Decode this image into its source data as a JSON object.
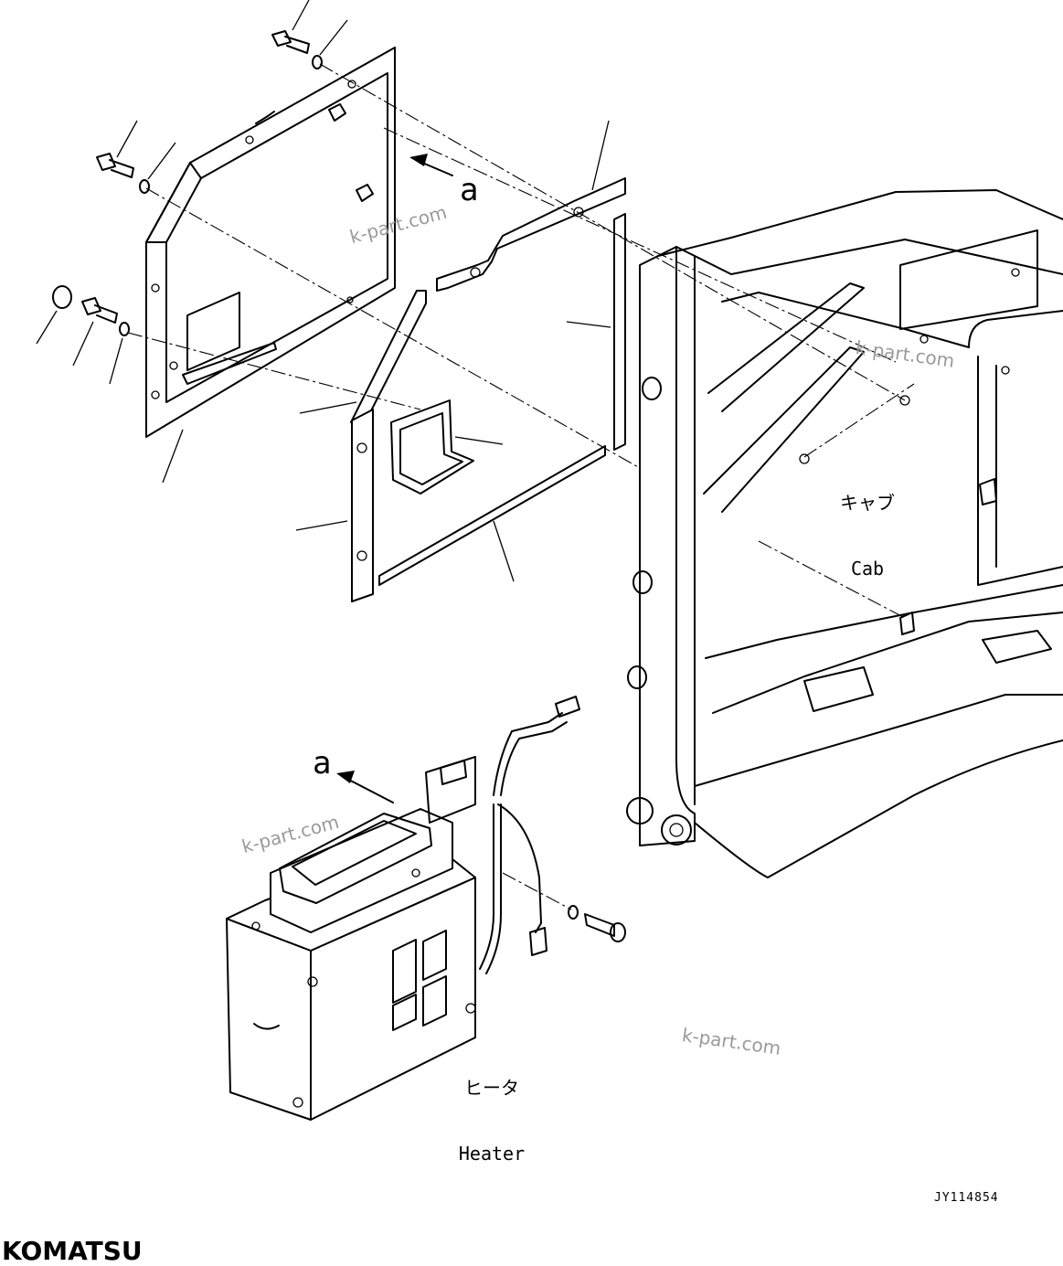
{
  "labels": {
    "callout_top": "a",
    "callout_bottom": "a",
    "cab_jp": "キャブ",
    "cab_en": "Cab",
    "heater_jp": "ヒータ",
    "heater_en": "Heater",
    "drawing_code": "JY114854",
    "brand": "KOMATSU"
  },
  "watermarks": [
    "k-part.com",
    "k-part.com",
    "k-part.com",
    "k-part.com"
  ]
}
